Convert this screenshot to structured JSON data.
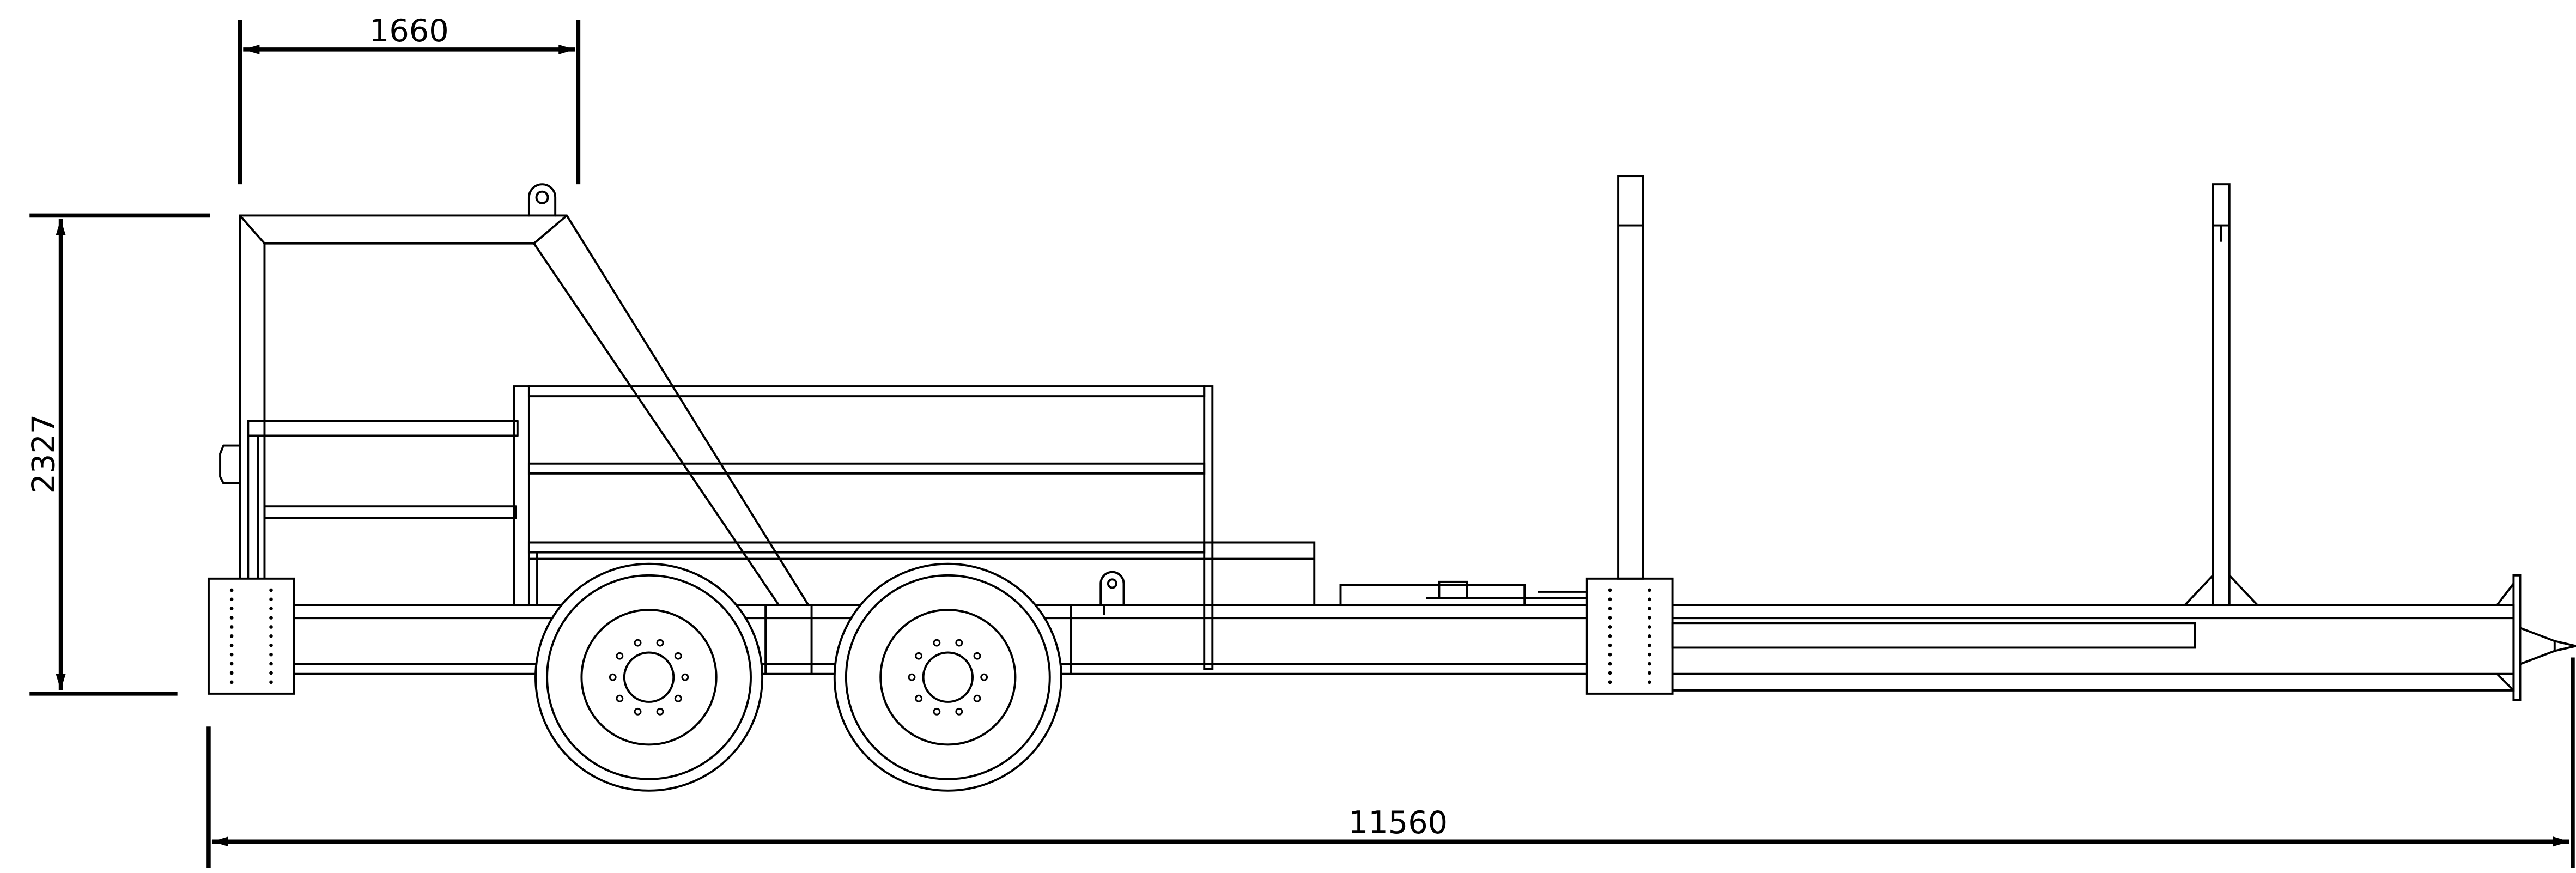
{
  "dimensions": {
    "top_width": "1660",
    "height": "2327",
    "overall_length": "11560"
  },
  "colors": {
    "line": "#000000",
    "background": "#ffffff"
  }
}
